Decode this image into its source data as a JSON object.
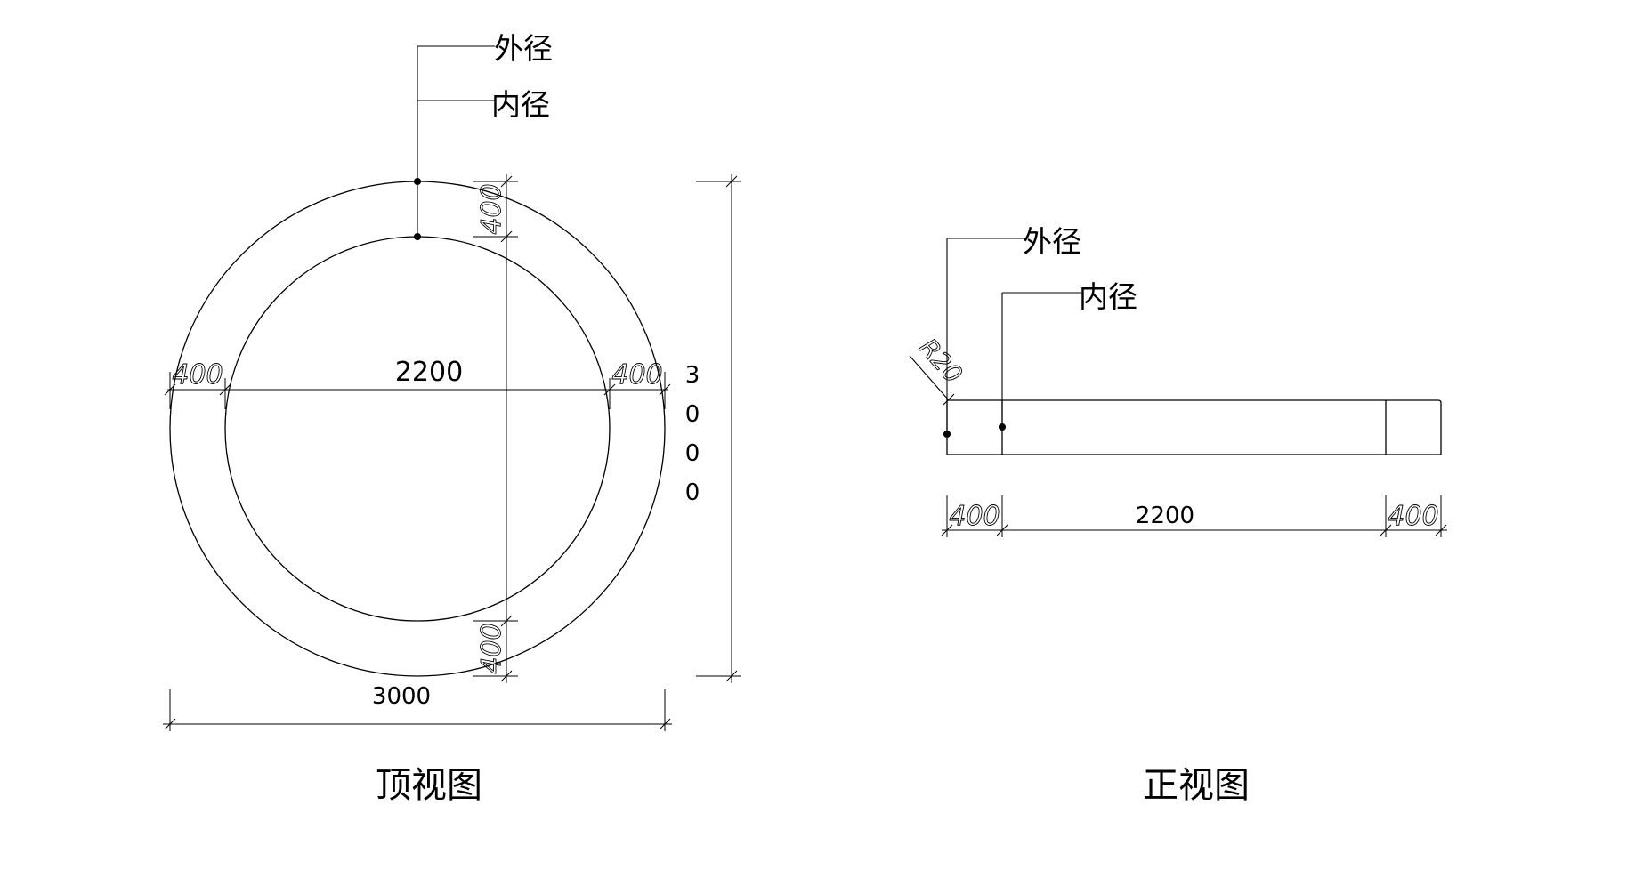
{
  "top_view": {
    "caption": "顶视图",
    "leader_outer": "外径",
    "leader_inner": "内径",
    "dim_inner_diameter": "2200",
    "dim_left_wall": "400",
    "dim_right_wall": "400",
    "dim_top_wall": "400",
    "dim_bottom_wall": "400",
    "dim_width": "3000",
    "dim_height_digits": [
      "3",
      "0",
      "0",
      "0"
    ]
  },
  "front_view": {
    "caption": "正视图",
    "leader_outer": "外径",
    "leader_inner": "内径",
    "dim_radius": "R20",
    "dim_left_wall": "400",
    "dim_middle": "2200",
    "dim_right_wall": "400"
  },
  "colors": {
    "line": "#000000",
    "background": "#ffffff"
  }
}
